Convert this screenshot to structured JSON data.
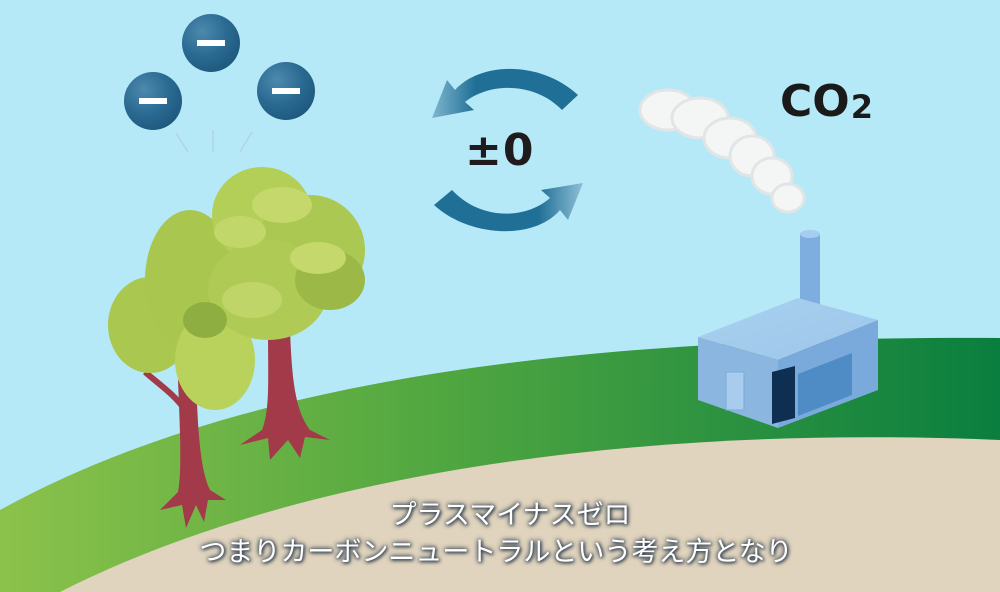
{
  "scene": {
    "description": "Carbon neutral illustration: trees absorbing CO2 (minus particles) and factory emitting CO2, balance arrows",
    "colors": {
      "sky": "#b5e9f7",
      "hill_light": "#8cc24b",
      "hill_dark": "#0a7e3f",
      "ground": "#e0d4be",
      "particle": "#2a6a92",
      "arrow": "#1f6f96",
      "factory": "#8ab6e0",
      "factory_door": "#0f2f52",
      "trunk": "#a23a4a",
      "foliage": "#b7cf5a"
    }
  },
  "particles": [
    {
      "symbol": "−",
      "label": "minus-particle-left"
    },
    {
      "symbol": "−",
      "label": "minus-particle-top"
    },
    {
      "symbol": "−",
      "label": "minus-particle-right"
    }
  ],
  "balance": {
    "label": "±0"
  },
  "emission": {
    "label_main": "CO",
    "label_sub": "2"
  },
  "subtitles": {
    "line1": "プラスマイナスゼロ",
    "line2": "つまりカーボンニュートラルという考え方となり"
  }
}
